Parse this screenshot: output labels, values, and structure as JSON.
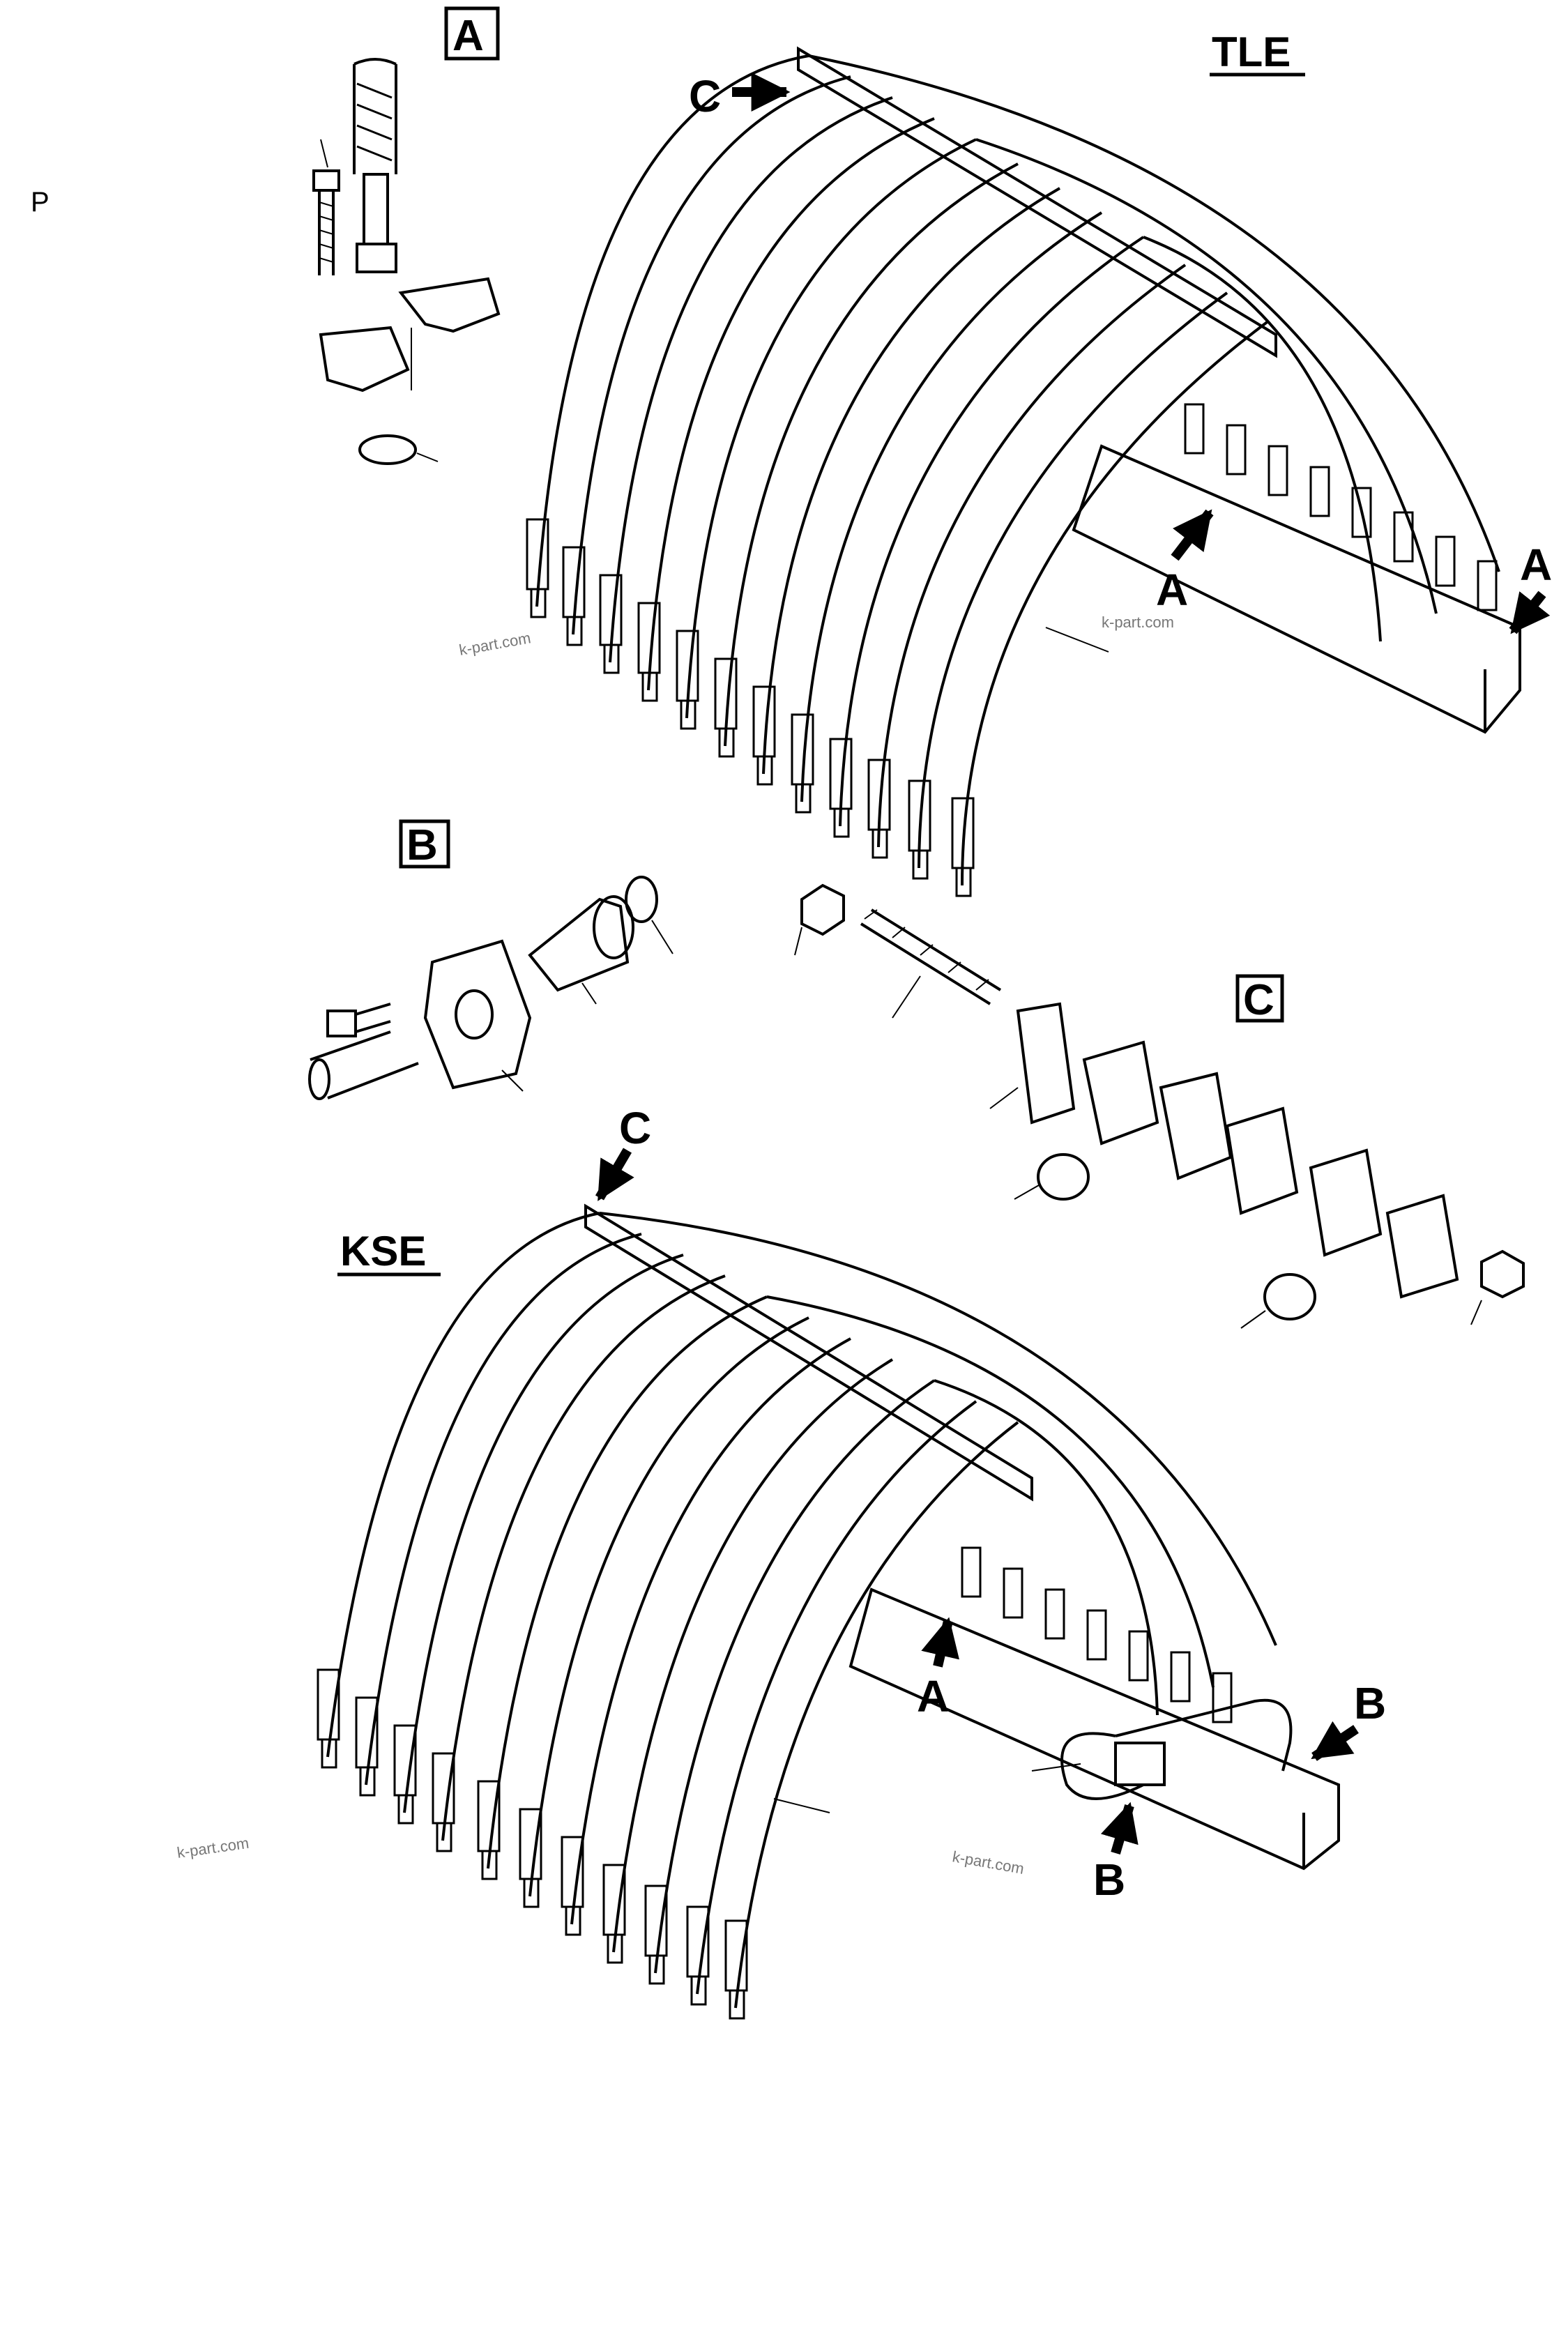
{
  "page": {
    "corner_mark": "P"
  },
  "titles": {
    "top": "TLE",
    "bottom": "KSE"
  },
  "detail_boxes": {
    "a": "A",
    "b": "B",
    "c": "C"
  },
  "callouts": {
    "a": "A",
    "b": "B",
    "c": "C"
  },
  "watermark": "k-part.com"
}
